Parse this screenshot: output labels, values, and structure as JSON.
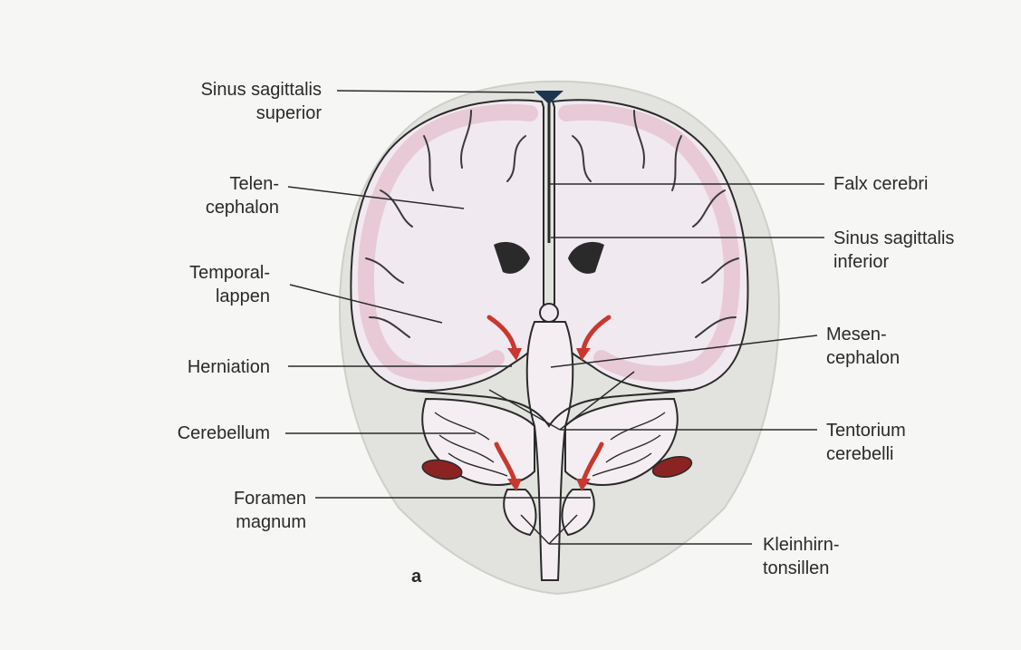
{
  "figure": {
    "panel_letter": "a",
    "colors": {
      "background": "#f6f6f4",
      "skull": "#e2e2de",
      "brain_white": "#f1e9f0",
      "gray_matter": "#e6c7d3",
      "outline": "#2a2a2a",
      "herniation_arrow": "#c8382f",
      "sinus": "#1e3550",
      "vertebral_vessel": "#8b2323"
    }
  },
  "labels": {
    "sinus_sagittalis_superior": {
      "line1": "Sinus sagittalis",
      "line2": "superior"
    },
    "telencephalon": {
      "line1": "Telen-",
      "line2": "cephalon"
    },
    "temporallappen": {
      "line1": "Temporal-",
      "line2": "lappen"
    },
    "herniation": {
      "line1": "Herniation"
    },
    "cerebellum": {
      "line1": "Cerebellum"
    },
    "foramen_magnum": {
      "line1": "Foramen",
      "line2": "magnum"
    },
    "falx_cerebri": {
      "line1": "Falx cerebri"
    },
    "sinus_sagittalis_inferior": {
      "line1": "Sinus sagittalis",
      "line2": "inferior"
    },
    "mesencephalon": {
      "line1": "Mesen-",
      "line2": "cephalon"
    },
    "tentorium_cerebelli": {
      "line1": "Tentorium",
      "line2": "cerebelli"
    },
    "kleinhirntonsillen": {
      "line1": "Kleinhirn-",
      "line2": "tonsillen"
    }
  }
}
